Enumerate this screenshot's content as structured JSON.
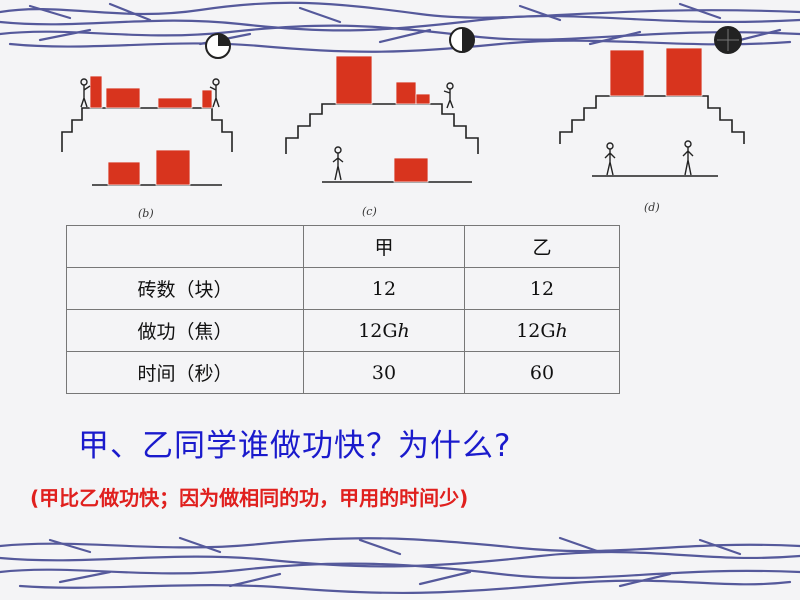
{
  "illustrations": {
    "captions": [
      "(b)",
      "(c)",
      "(d)"
    ]
  },
  "table": {
    "header": [
      "",
      "甲",
      "乙"
    ],
    "rows": [
      {
        "label": "砖数（块）",
        "jia": "12",
        "yi": "12"
      },
      {
        "label": "做功（焦）",
        "jia": "12Gh",
        "yi": "12Gh"
      },
      {
        "label": "时间（秒）",
        "jia": "30",
        "yi": "60"
      }
    ]
  },
  "question": "甲、乙同学谁做功快？为什么?",
  "answer": "(甲比乙做功快；因为做相同的功，甲用的时间少)",
  "colors": {
    "brick": "#d8341e",
    "question": "#1a1acc",
    "answer": "#e0201e",
    "border_scribble": "#3a3f8c"
  }
}
